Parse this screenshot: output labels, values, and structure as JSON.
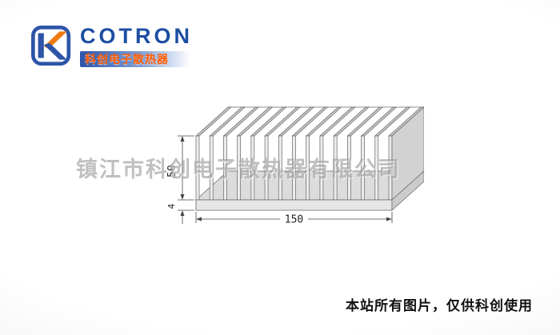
{
  "logo": {
    "brand": "COTRON",
    "subtitle": "科创电子散热器",
    "brand_color": "#1d4ea3",
    "subtitle_color": "#ff5a00",
    "band_color": "#2d55a8",
    "icon": "cotron-k-mark"
  },
  "drawing": {
    "type": "heatsink-extrusion-profile",
    "fin_count": 15,
    "dim_height": "50",
    "dim_base_thickness": "4",
    "dim_width": "150"
  },
  "watermark": {
    "text": "镇江市科创电子散热器有限公司"
  },
  "footer": {
    "notice": "本站所有图片，仅供科创使用"
  }
}
